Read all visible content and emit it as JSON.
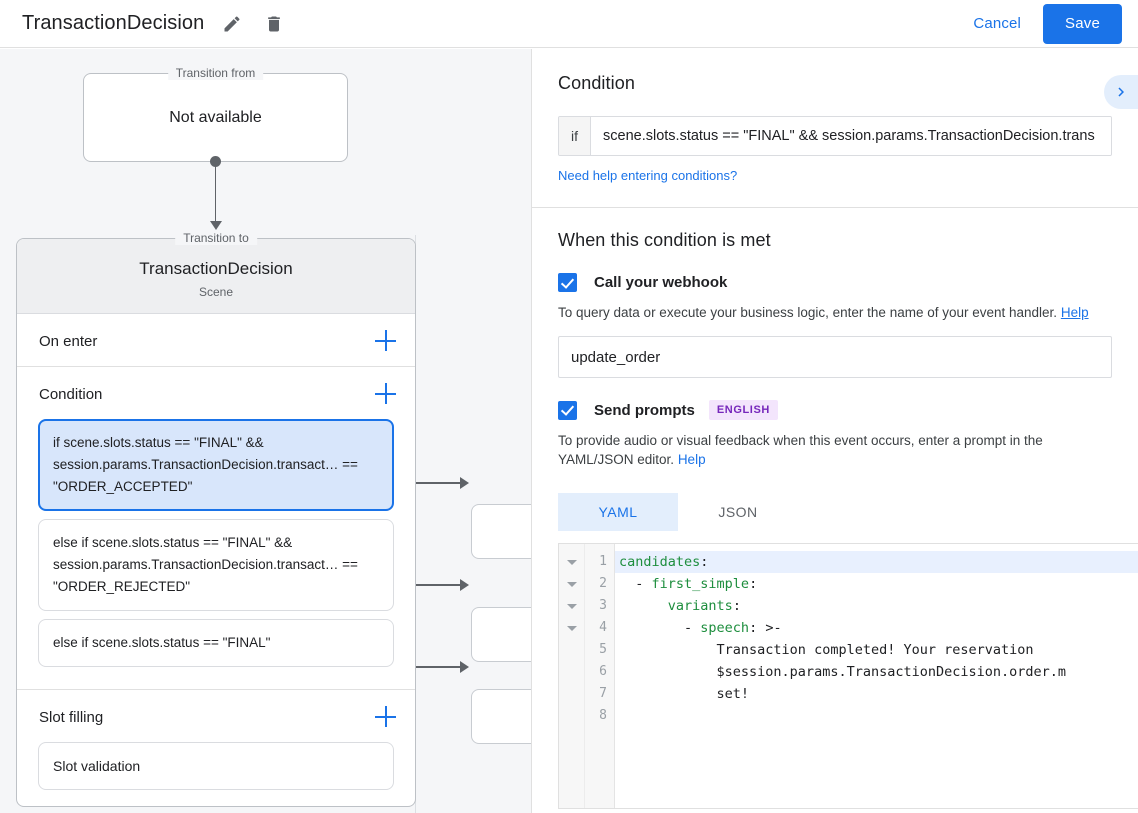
{
  "topbar": {
    "title": "TransactionDecision",
    "edit_icon": "pencil-icon",
    "delete_icon": "trash-icon",
    "cancel_label": "Cancel",
    "save_label": "Save",
    "accent_color": "#1a73e8"
  },
  "canvas": {
    "transition_from": {
      "legend": "Transition from",
      "title": "Not available"
    },
    "transition_to": {
      "legend": "Transition to",
      "scene_name": "TransactionDecision",
      "scene_type": "Scene"
    },
    "sections": {
      "on_enter": {
        "title": "On enter"
      },
      "condition": {
        "title": "Condition",
        "items": [
          "if scene.slots.status == \"FINAL\" && session.params.TransactionDecision.transact… == \"ORDER_ACCEPTED\"",
          "else if scene.slots.status == \"FINAL\" && session.params.TransactionDecision.transact… == \"ORDER_REJECTED\"",
          "else if scene.slots.status == \"FINAL\""
        ],
        "selected_index": 0
      },
      "slot_filling": {
        "title": "Slot filling",
        "items": [
          "Slot validation"
        ]
      }
    }
  },
  "right_panel": {
    "collapse_icon": "chevron-right-icon",
    "condition": {
      "heading": "Condition",
      "if_label": "if",
      "value": "scene.slots.status == \"FINAL\" && session.params.TransactionDecision.trans",
      "help_link": "Need help entering conditions?"
    },
    "when_met": {
      "heading": "When this condition is met",
      "webhook": {
        "checked": true,
        "label": "Call your webhook",
        "hint": "To query data or execute your business logic, enter the name of your event handler.",
        "hint_link": "Help",
        "value": "update_order"
      },
      "prompts": {
        "checked": true,
        "label": "Send prompts",
        "badge": "ENGLISH",
        "badge_bg": "#f3e5fc",
        "badge_color": "#7627bb",
        "hint": "To provide audio or visual feedback when this event occurs, enter a prompt in the YAML/JSON editor.",
        "hint_link": "Help",
        "tabs": [
          {
            "label": "YAML",
            "active": true
          },
          {
            "label": "JSON",
            "active": false
          }
        ],
        "editor": {
          "line_numbers": [
            "1",
            "2",
            "3",
            "4",
            "5",
            "6",
            "7",
            "8"
          ],
          "fold_rows": [
            true,
            true,
            true,
            true,
            false,
            false,
            false,
            false
          ],
          "highlight_line": 1,
          "lines": [
            {
              "text": "candidates:",
              "key": "candidates",
              "rest": ":"
            },
            {
              "text": "  - first_simple:",
              "key": "first_simple",
              "rest": ":"
            },
            {
              "text": "      variants:",
              "key": "variants",
              "rest": ":"
            },
            {
              "text": "        - speech: >-",
              "key": "speech",
              "rest": ": >-"
            },
            {
              "text": "            Transaction completed! Your reservation",
              "key": "",
              "rest": ""
            },
            {
              "text": "            $session.params.TransactionDecision.order.m",
              "key": "",
              "rest": ""
            },
            {
              "text": "            set!",
              "key": "",
              "rest": ""
            },
            {
              "text": "",
              "key": "",
              "rest": ""
            }
          ]
        }
      }
    }
  }
}
